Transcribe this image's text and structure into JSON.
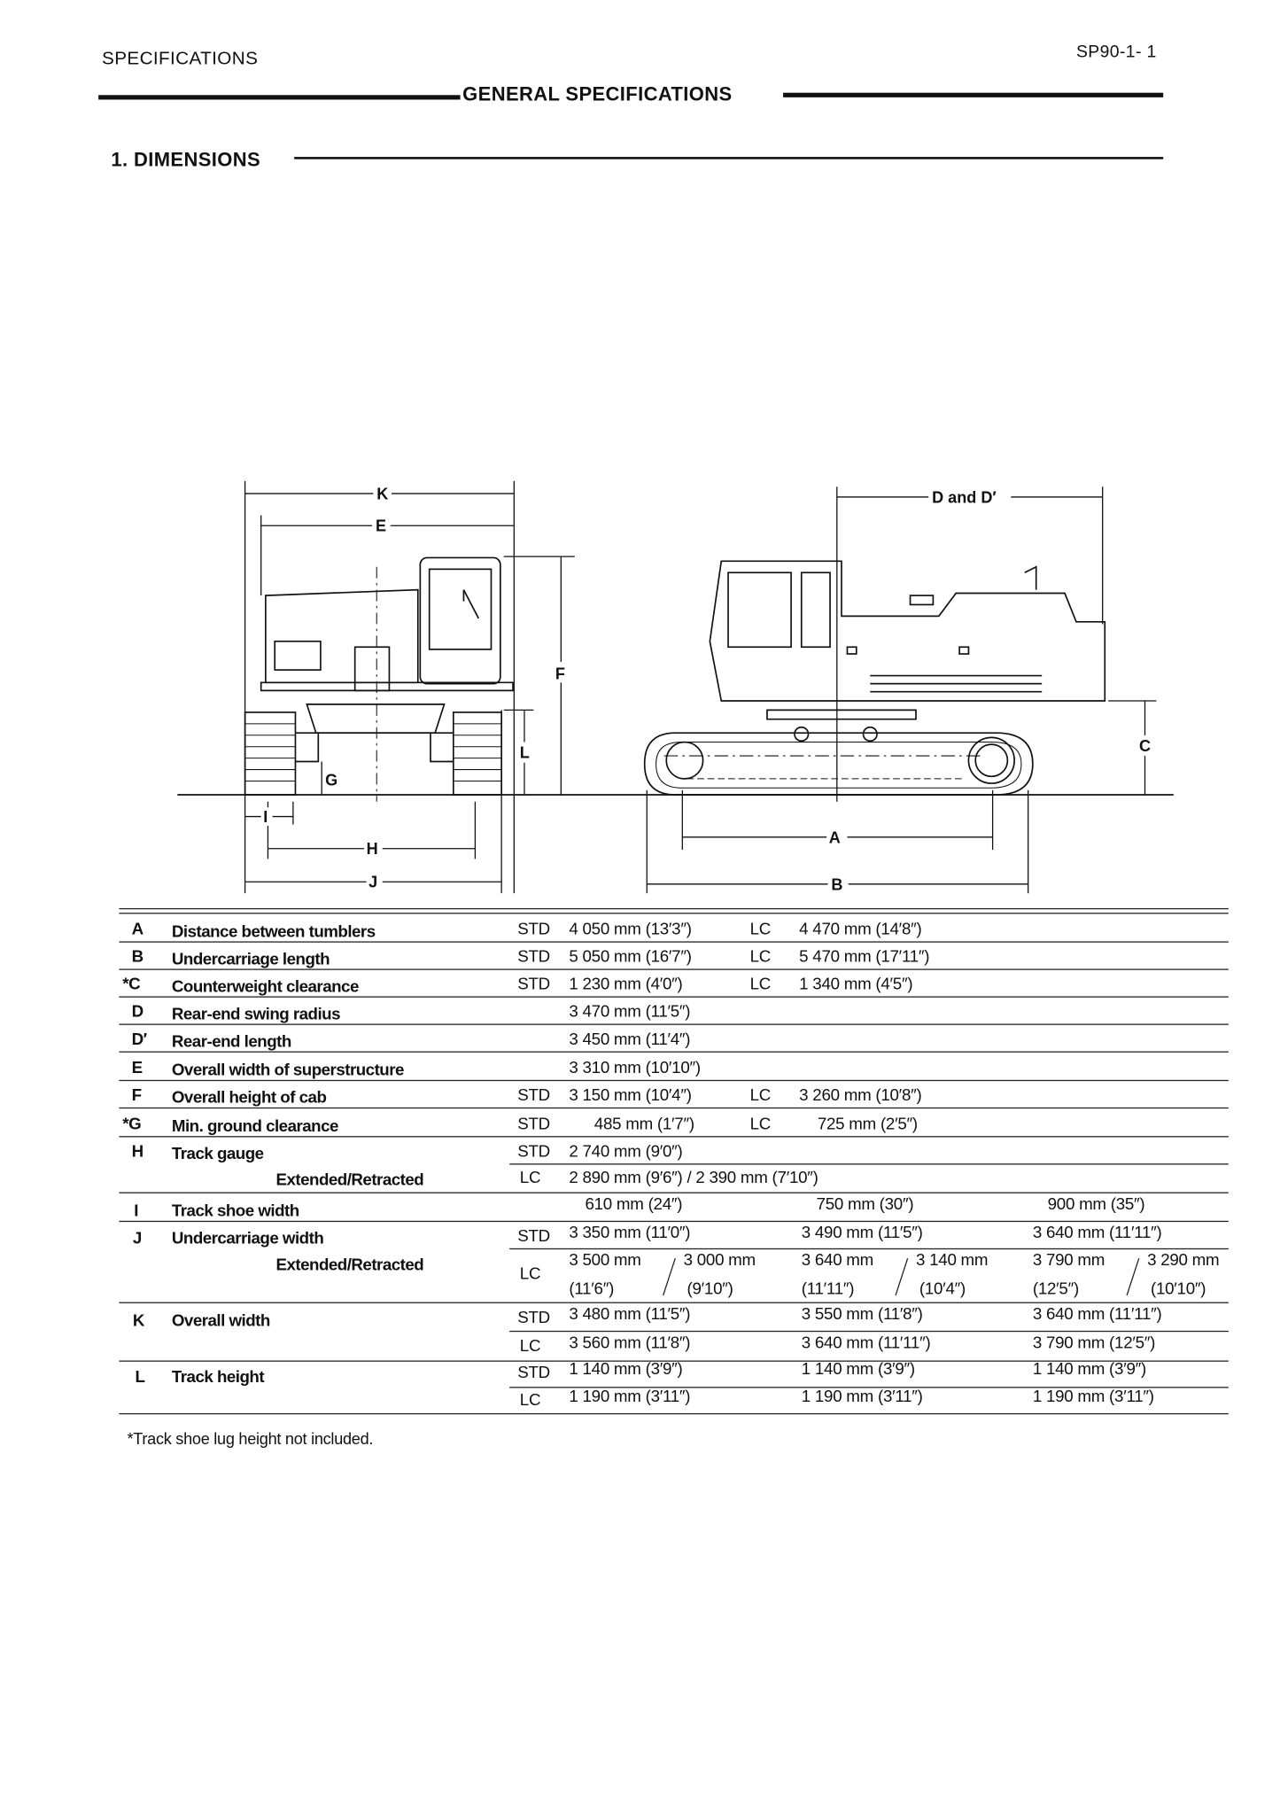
{
  "header": {
    "section": "SPECIFICATIONS",
    "page_code": "SP90-1- 1",
    "title": "GENERAL SPECIFICATIONS"
  },
  "section_heading": "1. DIMENSIONS",
  "diagram": {
    "labels": {
      "K": "K",
      "E": "E",
      "F": "F",
      "L": "L",
      "G": "G",
      "I": "I",
      "H": "H",
      "J": "J",
      "D": "D and D′",
      "C": "C",
      "A": "A",
      "B": "B"
    }
  },
  "table": {
    "rows": [
      {
        "letter": "A",
        "name": "Distance between tumblers",
        "std": "STD",
        "std_value": "4 050 mm (13′3″)",
        "lc": "LC",
        "lc_value": "4 470 mm (14′8″)"
      },
      {
        "letter": "B",
        "name": "Undercarriage length",
        "std": "STD",
        "std_value": "5 050 mm (16′7″)",
        "lc": "LC",
        "lc_value": "5 470 mm (17′11″)"
      },
      {
        "letter": "*C",
        "name": "Counterweight clearance",
        "std": "STD",
        "std_value": "1 230 mm (4′0″)",
        "lc": "LC",
        "lc_value": "1 340 mm (4′5″)"
      },
      {
        "letter": "D",
        "name": "Rear-end swing radius",
        "std_value": "3 470 mm (11′5″)"
      },
      {
        "letter": "D′",
        "name": "Rear-end length",
        "std_value": "3 450 mm (11′4″)"
      },
      {
        "letter": "E",
        "name": "Overall width of superstructure",
        "std_value": "3 310 mm (10′10″)"
      },
      {
        "letter": "F",
        "name": "Overall height of cab",
        "std": "STD",
        "std_value": "3 150 mm (10′4″)",
        "lc": "LC",
        "lc_value": "3 260 mm (10′8″)"
      },
      {
        "letter": "*G",
        "name": "Min. ground clearance",
        "std": "STD",
        "std_value": "485 mm (1′7″)",
        "lc": "LC",
        "lc_value": "725 mm (2′5″)"
      },
      {
        "letter": "H",
        "name": "Track gauge",
        "std": "STD",
        "std_value": "2 740 mm (9′0″)"
      }
    ],
    "h_sub": {
      "name": "Extended/Retracted",
      "lc": "LC",
      "value": "2 890 mm (9′6″) / 2 390 mm (7′10″)"
    },
    "shoe": {
      "letter": "I",
      "name": "Track shoe width",
      "values": [
        "610 mm (24″)",
        "750 mm (30″)",
        "900 mm (35″)"
      ]
    },
    "j": {
      "letter": "J",
      "name": "Undercarriage width",
      "std": "STD",
      "std_values": [
        "3 350 mm (11′0″)",
        "3 490 mm (11′5″)",
        "3 640 mm (11′11″)"
      ],
      "sub_name": "Extended/Retracted",
      "lc": "LC",
      "lc_values": [
        {
          "ext": "3  500 mm",
          "ext_imp": "(11′6″)",
          "ret": "3 000 mm",
          "ret_imp": "(9′10″)"
        },
        {
          "ext": "3 640 mm",
          "ext_imp": "(11′11″)",
          "ret": "3 140 mm",
          "ret_imp": "(10′4″)"
        },
        {
          "ext": "3 790 mm",
          "ext_imp": "(12′5″)",
          "ret": "3 290 mm",
          "ret_imp": "(10′10″)"
        }
      ]
    },
    "k": {
      "letter": "K",
      "name": "Overall width",
      "std": "STD",
      "lc": "LC",
      "std_values": [
        "3 480 mm (11′5″)",
        "3 550 mm (11′8″)",
        "3 640 mm (11′11″)"
      ],
      "lc_values": [
        "3 560 mm (11′8″)",
        "3 640 mm (11′11″)",
        "3 790 mm (12′5″)"
      ]
    },
    "l": {
      "letter": "L",
      "name": "Track height",
      "std": "STD",
      "lc": "LC",
      "std_values": [
        "1 140 mm (3′9″)",
        "1 140 mm (3′9″)",
        "1 140 mm (3′9″)"
      ],
      "lc_values": [
        "1 190 mm (3′11″)",
        "1 190 mm (3′11″)",
        "1 190 mm (3′11″)"
      ]
    }
  },
  "footnote": "*Track shoe lug height not included."
}
